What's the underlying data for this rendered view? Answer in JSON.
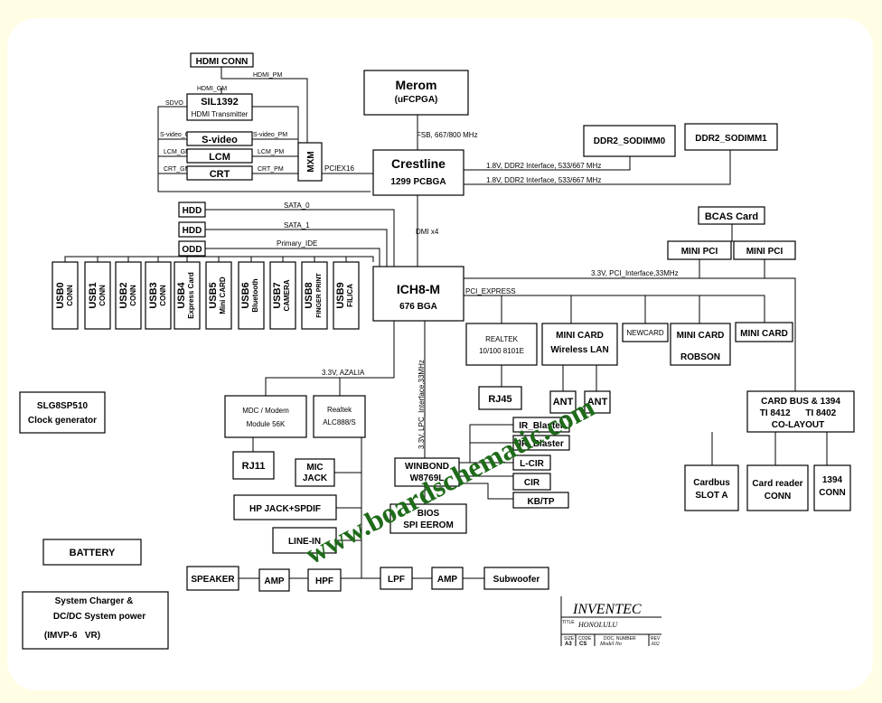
{
  "colors": {
    "background": "#fffde3",
    "panel": "#ffffff",
    "watermark": "#1f6b1a",
    "line": "#000000"
  },
  "blocks": {
    "hdmi_conn": "HDMI CONN",
    "sil1392": "SIL1392",
    "hdmi_tx": "HDMI Transmitter",
    "svideo": "S-video",
    "lcm": "LCM",
    "crt": "CRT",
    "mxm": "MXM",
    "merom": "Merom",
    "merom_pkg": "(uFCPGA)",
    "crestline": "Crestline",
    "crestline_pkg": "1299 PCBGA",
    "ddr2_0": "DDR2_SODIMM0",
    "ddr2_1": "DDR2_SODIMM1",
    "hdd1": "HDD",
    "hdd2": "HDD",
    "odd": "ODD",
    "ich8": "ICH8-M",
    "ich8_pkg": "676 BGA",
    "bcas": "BCAS Card",
    "mini_pci_1": "MINI PCI",
    "mini_pci_2": "MINI PCI",
    "realtek_lan_1": "REALTEK",
    "realtek_lan_2": "10/100 8101E",
    "rj45": "RJ45",
    "mini_card_wlan_1": "MINI CARD",
    "mini_card_wlan_2": "Wireless LAN",
    "ant1": "ANT",
    "ant2": "ANT",
    "newcard": "NEWCARD",
    "mini_card_robson_1": "MINI CARD",
    "mini_card_robson_2": "ROBSON",
    "mini_card_3": "MINI CARD",
    "cardbus_1": "CARD BUS & 1394",
    "cardbus_2": "TI 8412      TI 8402",
    "cardbus_3": "CO-LAYOUT",
    "cardbus_slot_1": "Cardbus",
    "cardbus_slot_2": "SLOT A",
    "cardreader_1": "Card reader",
    "cardreader_2": "CONN",
    "ieee1394_1": "1394",
    "ieee1394_2": "CONN",
    "slg_1": "SLG8SP510",
    "slg_2": "Clock generator",
    "mdc_1": "MDC / Modem",
    "mdc_2": "Module 56K",
    "rj11": "RJ11",
    "codec_1": "Realtek",
    "codec_2": "ALC888/S",
    "mic_1": "MIC",
    "mic_2": "JACK",
    "hpjack": "HP JACK+SPDIF",
    "linein": "LINE-IN",
    "battery": "BATTERY",
    "charger_1": "System Charger &",
    "charger_2": "DC/DC System power",
    "charger_3": "(IMVP-6   VR)",
    "speaker": "SPEAKER",
    "amp1": "AMP",
    "hpf": "HPF",
    "lpf": "LPF",
    "amp2": "AMP",
    "subwoofer": "Subwoofer",
    "winbond_1": "WINBOND",
    "winbond_2": "W8769L",
    "bios_1": "BIOS",
    "bios_2": "SPI EEROM",
    "ir_blaster_1": "IR_Blaster",
    "ir_blaster_2": "IR_Blaster",
    "lcir": "L-CIR",
    "cir": "CIR",
    "kbtp": "KB/TP"
  },
  "usb": [
    {
      "l1": "USB0",
      "l2": "CONN"
    },
    {
      "l1": "USB1",
      "l2": "CONN"
    },
    {
      "l1": "USB2",
      "l2": "CONN"
    },
    {
      "l1": "USB3",
      "l2": "CONN"
    },
    {
      "l1": "USB4",
      "l2": "Express Card"
    },
    {
      "l1": "USB5",
      "l2": "Mini CARD"
    },
    {
      "l1": "USB6",
      "l2": "Bluetooth"
    },
    {
      "l1": "USB7",
      "l2": "CAMERA"
    },
    {
      "l1": "USB8",
      "l2": "FINGER PRINT"
    },
    {
      "l1": "USB9",
      "l2": "FILICA"
    }
  ],
  "signals": {
    "hdmi_pm": "HDMI_PM",
    "hdmi_gm": "HDMI_GM",
    "sdvo": "SDVO",
    "svideo_gm": "S-video_GM",
    "svideo_pm": "S-video_PM",
    "lcm_gm": "LCM_GM",
    "lcm_pm": "LCM_PM",
    "crt_gm": "CRT_GM",
    "crt_pm": "CRT_PM",
    "pciex16": "PCIEX16",
    "fsb": "FSB, 667/800 MHz",
    "ddr_a": "1.8V, DDR2 Interface, 533/667 MHz",
    "ddr_b": "1.8V, DDR2 Interface, 533/667 MHz",
    "sata0": "SATA_0",
    "sata1": "SATA_1",
    "pide": "Primary_IDE",
    "dmi": "DMI x4",
    "pci": "3.3V, PCI_Interface,33MHz",
    "pcie": "PCI_EXPRESS",
    "azalia": "3.3V, AZALIA",
    "lpc": "3.3V, LPC_Interface,33MHz"
  },
  "title_block": {
    "company": "INVENTEC",
    "title_label": "TITLE",
    "title": "HONOLULU",
    "size_label": "SIZE",
    "size": "A3",
    "code_label": "CODE",
    "code": "CS",
    "doc_label": "DOC. NUMBER",
    "doc": "Model No",
    "rev_label": "REV",
    "rev": "A02"
  },
  "watermark": "www.boardschematic.com"
}
